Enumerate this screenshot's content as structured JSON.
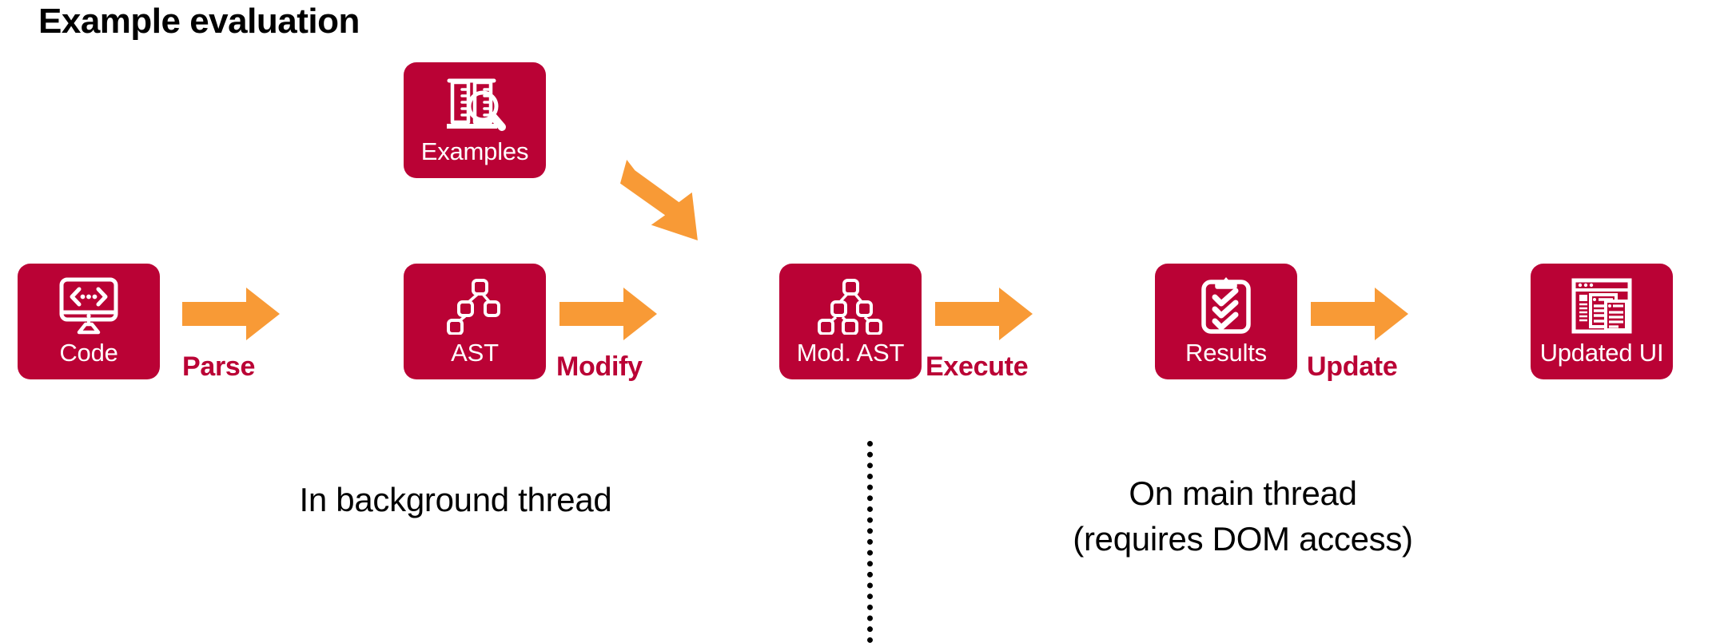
{
  "title": "Example evaluation",
  "colors": {
    "node_fill": "#ba0235",
    "arrow": "#f89a36",
    "label_text": "#ba0235",
    "node_label_text": "#ffffff",
    "caption_text": "#000000",
    "background": "#ffffff",
    "divider": "#000000"
  },
  "nodes": [
    {
      "id": "code",
      "label": "Code",
      "icon": "monitor-code-icon"
    },
    {
      "id": "examples",
      "label": "Examples",
      "icon": "test-tubes-magnifier-icon"
    },
    {
      "id": "ast",
      "label": "AST",
      "icon": "tree-small-icon"
    },
    {
      "id": "modast",
      "label": "Mod. AST",
      "icon": "tree-large-icon"
    },
    {
      "id": "results",
      "label": "Results",
      "icon": "clipboard-checks-icon"
    },
    {
      "id": "updatedui",
      "label": "Updated UI",
      "icon": "browser-window-icon"
    }
  ],
  "arrows": [
    {
      "id": "parse",
      "label": "Parse",
      "from": "Code",
      "to": "AST",
      "direction": "right"
    },
    {
      "id": "modify",
      "label": "Modify",
      "from": "AST",
      "to": "Mod. AST",
      "direction": "right"
    },
    {
      "id": "execute",
      "label": "Execute",
      "from": "Mod. AST",
      "to": "Results",
      "direction": "right"
    },
    {
      "id": "update",
      "label": "Update",
      "from": "Results",
      "to": "Updated UI",
      "direction": "right"
    },
    {
      "id": "examples-feed",
      "label": "",
      "from": "Examples",
      "to": "Mod. AST",
      "direction": "diagonal-down-right"
    }
  ],
  "captions": {
    "left": "In background thread",
    "right": "On main thread\n(requires DOM access)"
  },
  "divider": {
    "style": "dotted-vertical"
  }
}
